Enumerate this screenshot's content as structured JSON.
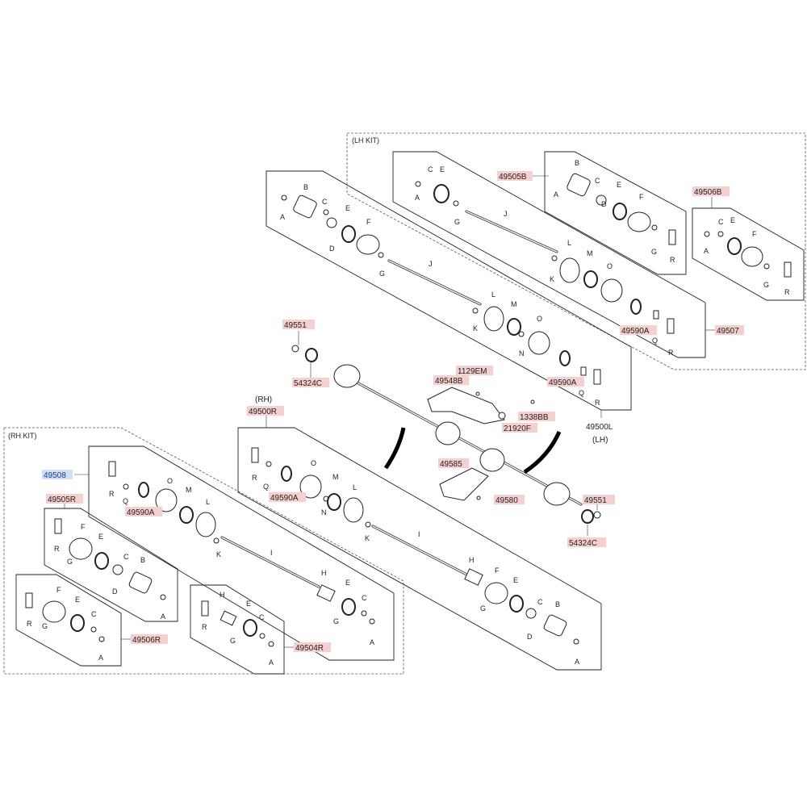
{
  "kits": {
    "lh": "(LH KIT)",
    "rh": "(RH KIT)"
  },
  "assemblies": {
    "lh_main": "49500L",
    "lh_side": "(LH)",
    "rh_main": "49500R",
    "rh_side": "(RH)"
  },
  "part_numbers": {
    "p49505B": "49505B",
    "p49506B": "49506B",
    "p49507": "49507",
    "p49590A_a": "49590A",
    "p49590A_b": "49590A",
    "p49590A_c": "49590A",
    "p49590A_d": "49590A",
    "p49551_a": "49551",
    "p49551_b": "49551",
    "p54324C_a": "54324C",
    "p54324C_b": "54324C",
    "p1129EM": "1129EM",
    "p49548B": "49548B",
    "p1338BB": "1338BB",
    "p21920F": "21920F",
    "p49585": "49585",
    "p49580": "49580",
    "p49508": "49508",
    "p49505R": "49505R",
    "p49506R": "49506R",
    "p49504R": "49504R"
  },
  "letters": {
    "A": "A",
    "B": "B",
    "C": "C",
    "D": "D",
    "E": "E",
    "F": "F",
    "G": "G",
    "H": "H",
    "I": "I",
    "J": "J",
    "K": "K",
    "L": "L",
    "M": "M",
    "N": "N",
    "O": "O",
    "Q": "Q",
    "R": "R"
  },
  "colors": {
    "highlight": "#f6cfcf",
    "highlight_selected": "#cfe0f6",
    "ink": "#222222"
  }
}
